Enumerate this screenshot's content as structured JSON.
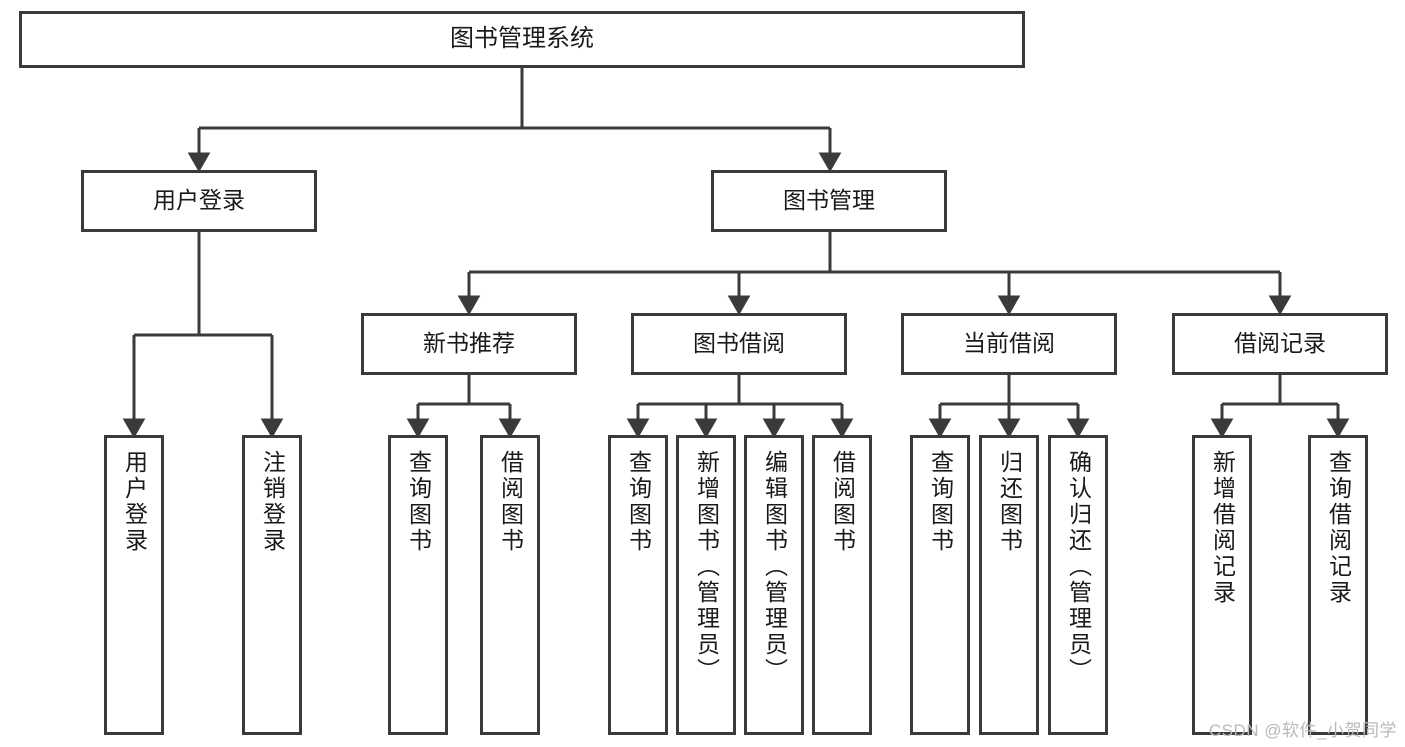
{
  "diagram": {
    "title": "图书管理系统",
    "type": "tree",
    "watermark": "CSDN @软件_小贺同学",
    "stroke_color": "#3a3a3a",
    "background_color": "#ffffff",
    "text_color": "#1a1a1a",
    "watermark_color": "#b9b9b9"
  },
  "nodes": {
    "root": {
      "label": "图书管理系统"
    },
    "level2": [
      {
        "label": "用户登录"
      },
      {
        "label": "图书管理"
      }
    ],
    "level3": [
      {
        "label": "新书推荐"
      },
      {
        "label": "图书借阅"
      },
      {
        "label": "当前借阅"
      },
      {
        "label": "借阅记录"
      }
    ],
    "leaves": {
      "user_login": [
        {
          "label": "用户登录"
        },
        {
          "label": "注销登录"
        }
      ],
      "new_book": [
        {
          "label": "查询图书"
        },
        {
          "label": "借阅图书"
        }
      ],
      "book_borrow": [
        {
          "label": "查询图书"
        },
        {
          "label": "新增图书（管理员）"
        },
        {
          "label": "编辑图书（管理员）"
        },
        {
          "label": "借阅图书"
        }
      ],
      "current_borrow": [
        {
          "label": "查询图书"
        },
        {
          "label": "归还图书"
        },
        {
          "label": "确认归还（管理员）"
        }
      ],
      "borrow_record": [
        {
          "label": "新增借阅记录"
        },
        {
          "label": "查询借阅记录"
        }
      ]
    }
  }
}
